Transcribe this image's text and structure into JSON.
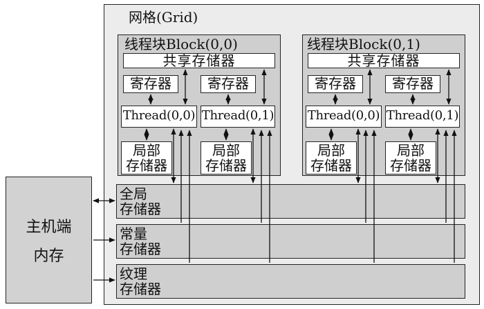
{
  "grid": {
    "title": "网格(Grid)"
  },
  "blocks": [
    {
      "title": "线程块Block(0,0)",
      "shared": "共享存储器",
      "registers": [
        "寄存器",
        "寄存器"
      ],
      "threads": [
        "Thread(0,0)",
        "Thread(0,1)"
      ],
      "local": [
        "局部\n存储器",
        "局部\n存储器"
      ]
    },
    {
      "title": "线程块Block(0,1)",
      "shared": "共享存储器",
      "registers": [
        "寄存器",
        "寄存器"
      ],
      "threads": [
        "Thread(0,0)",
        "Thread(0,1)"
      ],
      "local": [
        "局部\n存储器",
        "局部\n存储器"
      ]
    }
  ],
  "memories": {
    "global": "全局\n存储器",
    "constant": "常量\n存储器",
    "texture": "纹理\n存储器"
  },
  "host": {
    "line1": "主机端",
    "line2": "内存"
  },
  "colors": {
    "grid_bg": "#ececec",
    "block_bg": "#cfcfcf",
    "memory_bg": "#cfcfcf",
    "host_bg": "#d2d2d2",
    "line": "#111111"
  }
}
